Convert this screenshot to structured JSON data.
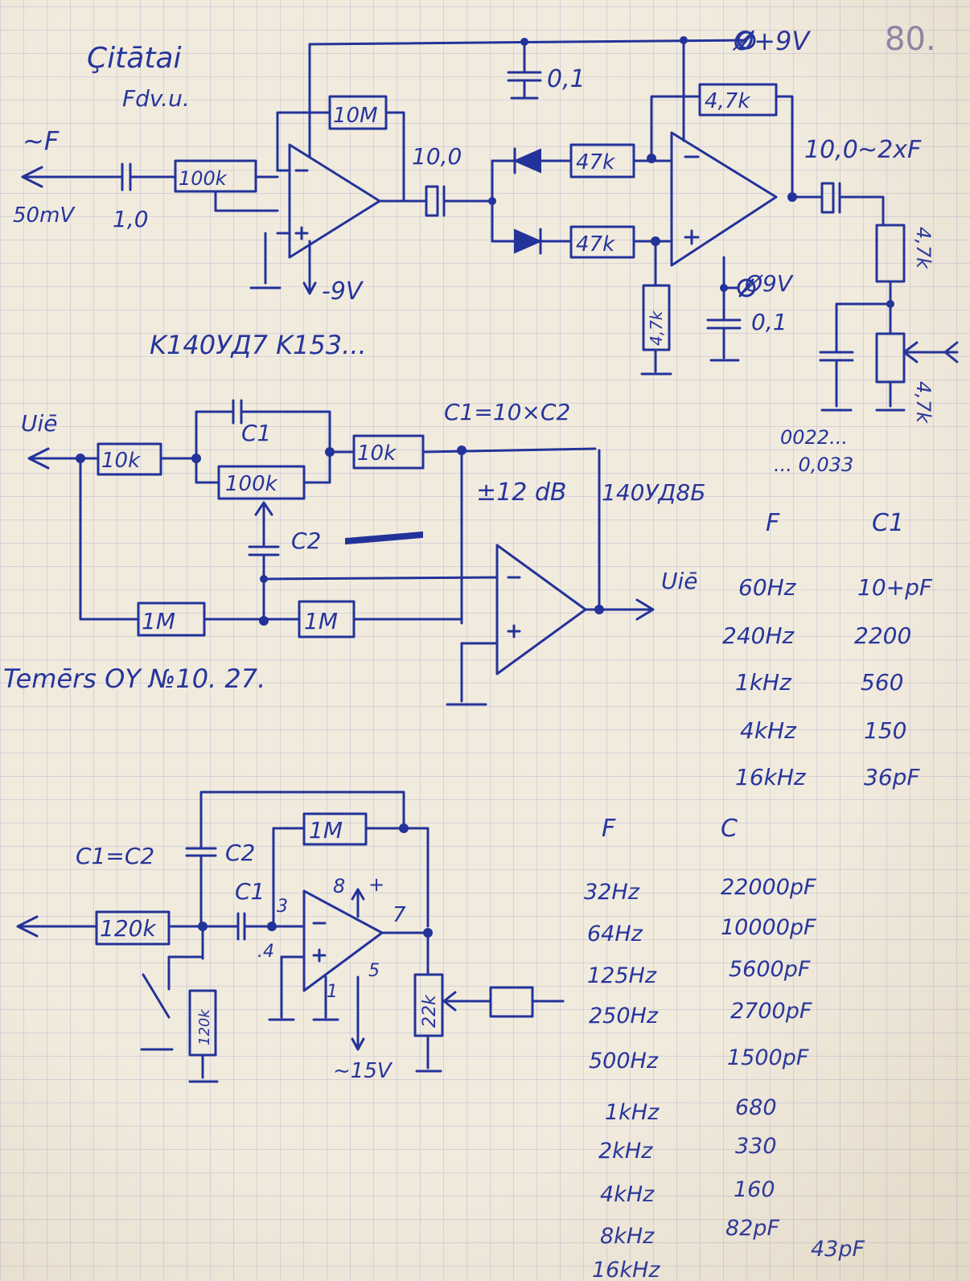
{
  "page_number": "80.",
  "circuit1": {
    "title": "Çitātai",
    "subtitle": "Fdv.u.",
    "input_label": "~F",
    "input_level": "50mV",
    "c_in": "1,0",
    "r_in": "100k",
    "r_fb": "10M",
    "c_coupling": "10,0",
    "c_supply": "0,1",
    "supply_pos": "Ø+9V",
    "supply_neg_op1": "-9V",
    "r_d1": "47k",
    "r_d2": "47k",
    "r_fb2": "4,7k",
    "r_gnd": "4,7k",
    "supply_neg2": "Ø9V",
    "c_supply2": "0,1",
    "c_out": "10,0",
    "output_label": "~2xF",
    "r_out1": "4,7k",
    "r_out2": "4,7k",
    "c_filter": "0022...",
    "c_filter2": "... 0,033",
    "chips": "K140УД7  K153..."
  },
  "circuit2": {
    "input_label": "Uiē",
    "r1": "10k",
    "r2": "10k",
    "c1": "C1",
    "pot": "100k",
    "c2": "C2",
    "formula": "C1=10×C2",
    "gain": "±12 dB",
    "chip": "140УД8Б",
    "r3": "1M",
    "r4": "1M",
    "output_label": "Uiē",
    "ref": "Temērs OY  №10. 27."
  },
  "table1": {
    "headers": [
      "F",
      "C1"
    ],
    "rows": [
      [
        "60Hz",
        "10+pF"
      ],
      [
        "240Hz",
        "2200"
      ],
      [
        "1kHz",
        "560"
      ],
      [
        "4kHz",
        "150"
      ],
      [
        "16kHz",
        "36pF"
      ]
    ]
  },
  "circuit3": {
    "formula": "C1=C2",
    "c2": "C2",
    "c1": "C1",
    "r_fb": "1M",
    "r_in": "120k",
    "r_gnd": "120k",
    "pot": "22k",
    "pin3": "3",
    "pin4": ".4",
    "pin8": "8",
    "pin7": "7",
    "pin1": "1",
    "pin5": "5",
    "plus": "+",
    "supply": "~15V"
  },
  "table2": {
    "headers": [
      "F",
      "C"
    ],
    "rows": [
      [
        "32Hz",
        "22000pF"
      ],
      [
        "64Hz",
        "10000pF"
      ],
      [
        "125Hz",
        "5600pF"
      ],
      [
        "250Hz",
        "2700pF"
      ],
      [
        "500Hz",
        "1500pF"
      ],
      [
        "1kHz",
        "680"
      ],
      [
        "2kHz",
        "330"
      ],
      [
        "4kHz",
        "160"
      ],
      [
        "8kHz",
        "82pF"
      ],
      [
        "16kHz",
        "43pF"
      ]
    ]
  }
}
